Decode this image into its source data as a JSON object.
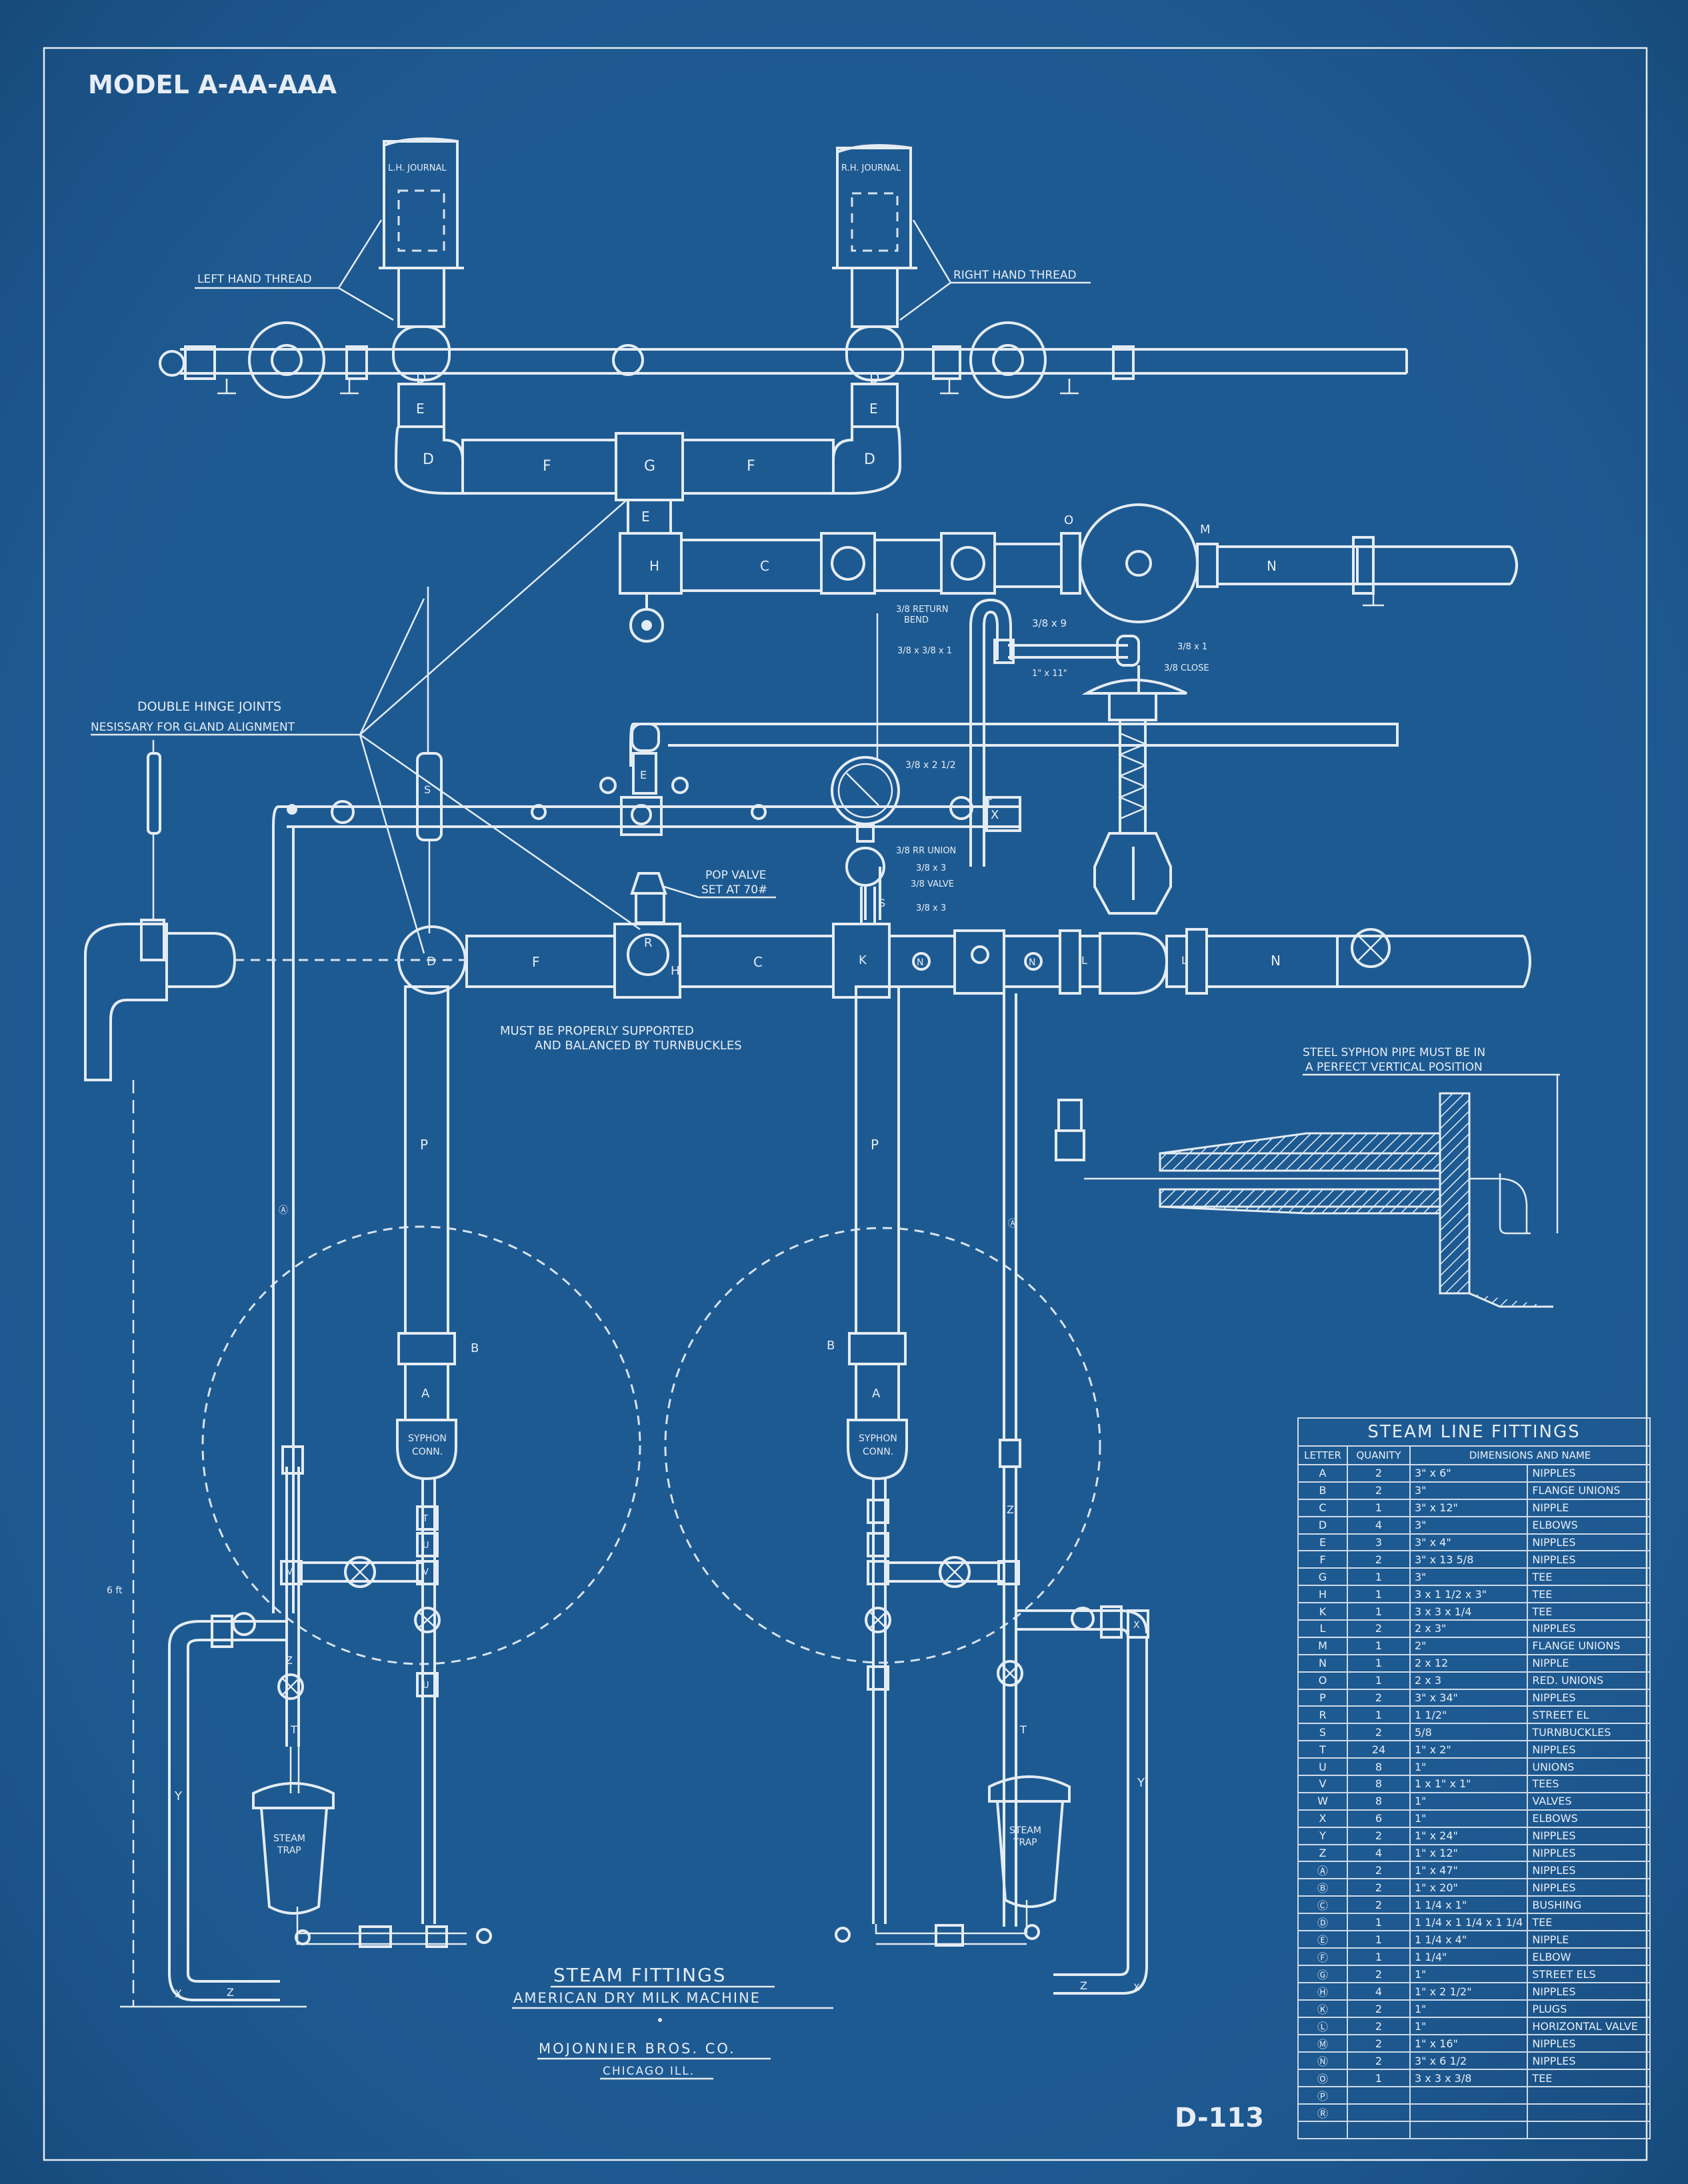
{
  "model_title": "MODEL A-AA-AAA",
  "drawing_number": "D-113",
  "title_block": {
    "title": "STEAM FITTINGS",
    "subtitle": "AMERICAN DRY MILK MACHINE",
    "company": "MOJONNIER BROS. CO.",
    "city": "CHICAGO ILL."
  },
  "notes": {
    "lh_journal": "L.H. JOURNAL",
    "rh_journal": "R.H. JOURNAL",
    "left_hand_thread": "LEFT HAND THREAD",
    "right_hand_thread": "RIGHT HAND THREAD",
    "double_hinge_1": "DOUBLE HINGE JOINTS",
    "double_hinge_2": "NESISSARY FOR GLAND ALIGNMENT",
    "pop_valve_1": "POP VALVE",
    "pop_valve_2": "SET AT 70#",
    "supported_1": "MUST BE PROPERLY SUPPORTED",
    "supported_2": "AND BALANCED BY TURNBUCKLES",
    "syphon_1": "STEEL SYPHON PIPE MUST BE IN",
    "syphon_2": "A PERFECT VERTICAL POSITION",
    "syphon_conn_1": "SYPHON",
    "syphon_conn_2": "CONN.",
    "steam_trap_1": "STEAM",
    "steam_trap_2": "TRAP",
    "return_bend_1": "3/8 RETURN",
    "return_bend_2": "BEND",
    "n_38x9": "3/8 x 9",
    "n_38x1": "3/8 x 1",
    "n_38x38x1": "3/8 x 3/8 x 1",
    "n_1x11": "1\" x 11\"",
    "n_38close": "3/8 CLOSE",
    "n_38x2": "3/8 x 2 1/2",
    "n_38rrunion": "3/8 RR UNION",
    "n_38x3a": "3/8 x 3",
    "n_38valve": "3/8 VALVE",
    "n_38x3b": "3/8 x 3",
    "dim_6ft": "6 ft"
  },
  "table": {
    "title": "STEAM LINE FITTINGS",
    "headers": [
      "LETTER",
      "QUANITY",
      "DIMENSIONS AND NAME",
      ""
    ],
    "rows": [
      [
        "A",
        "2",
        "3\" x 6\"",
        "NIPPLES"
      ],
      [
        "B",
        "2",
        "3\"",
        "FLANGE UNIONS"
      ],
      [
        "C",
        "1",
        "3\" x 12\"",
        "NIPPLE"
      ],
      [
        "D",
        "4",
        "3\"",
        "ELBOWS"
      ],
      [
        "E",
        "3",
        "3\" x 4\"",
        "NIPPLES"
      ],
      [
        "F",
        "2",
        "3\" x 13 5/8",
        "NIPPLES"
      ],
      [
        "G",
        "1",
        "3\"",
        "TEE"
      ],
      [
        "H",
        "1",
        "3 x 1 1/2 x 3\"",
        "TEE"
      ],
      [
        "K",
        "1",
        "3 x 3 x 1/4",
        "TEE"
      ],
      [
        "L",
        "2",
        "2 x 3\"",
        "NIPPLES"
      ],
      [
        "M",
        "1",
        "2\"",
        "FLANGE UNIONS"
      ],
      [
        "N",
        "1",
        "2 x 12",
        "NIPPLE"
      ],
      [
        "O",
        "1",
        "2 x 3",
        "RED. UNIONS"
      ],
      [
        "P",
        "2",
        "3\" x 34\"",
        "NIPPLES"
      ],
      [
        "R",
        "1",
        "1 1/2\"",
        "STREET EL"
      ],
      [
        "S",
        "2",
        "5/8",
        "TURNBUCKLES"
      ],
      [
        "T",
        "24",
        "1\" x 2\"",
        "NIPPLES"
      ],
      [
        "U",
        "8",
        "1\"",
        "UNIONS"
      ],
      [
        "V",
        "8",
        "1 x 1\" x 1\"",
        "TEES"
      ],
      [
        "W",
        "8",
        "1\"",
        "VALVES"
      ],
      [
        "X",
        "6",
        "1\"",
        "ELBOWS"
      ],
      [
        "Y",
        "2",
        "1\" x 24\"",
        "NIPPLES"
      ],
      [
        "Z",
        "4",
        "1\" x 12\"",
        "NIPPLES"
      ],
      [
        "Ⓐ",
        "2",
        "1\" x 47\"",
        "NIPPLES"
      ],
      [
        "Ⓑ",
        "2",
        "1\" x 20\"",
        "NIPPLES"
      ],
      [
        "Ⓒ",
        "2",
        "1 1/4 x 1\"",
        "BUSHING"
      ],
      [
        "Ⓓ",
        "1",
        "1 1/4 x 1 1/4 x 1 1/4",
        "TEE"
      ],
      [
        "Ⓔ",
        "1",
        "1 1/4 x 4\"",
        "NIPPLE"
      ],
      [
        "Ⓕ",
        "1",
        "1 1/4\"",
        "ELBOW"
      ],
      [
        "Ⓖ",
        "2",
        "1\"",
        "STREET ELS"
      ],
      [
        "Ⓗ",
        "4",
        "1\" x 2 1/2\"",
        "NIPPLES"
      ],
      [
        "Ⓚ",
        "2",
        "1\"",
        "PLUGS"
      ],
      [
        "Ⓛ",
        "2",
        "1\"",
        "HORIZONTAL VALVE"
      ],
      [
        "Ⓜ",
        "2",
        "1\" x 16\"",
        "NIPPLES"
      ],
      [
        "Ⓝ",
        "2",
        "3\" x 6 1/2",
        "NIPPLES"
      ],
      [
        "Ⓞ",
        "1",
        "3 x 3 x 3/8",
        "TEE"
      ],
      [
        "Ⓟ",
        "",
        "",
        ""
      ],
      [
        "Ⓡ",
        "",
        "",
        ""
      ],
      [
        "",
        "",
        "",
        ""
      ]
    ]
  }
}
